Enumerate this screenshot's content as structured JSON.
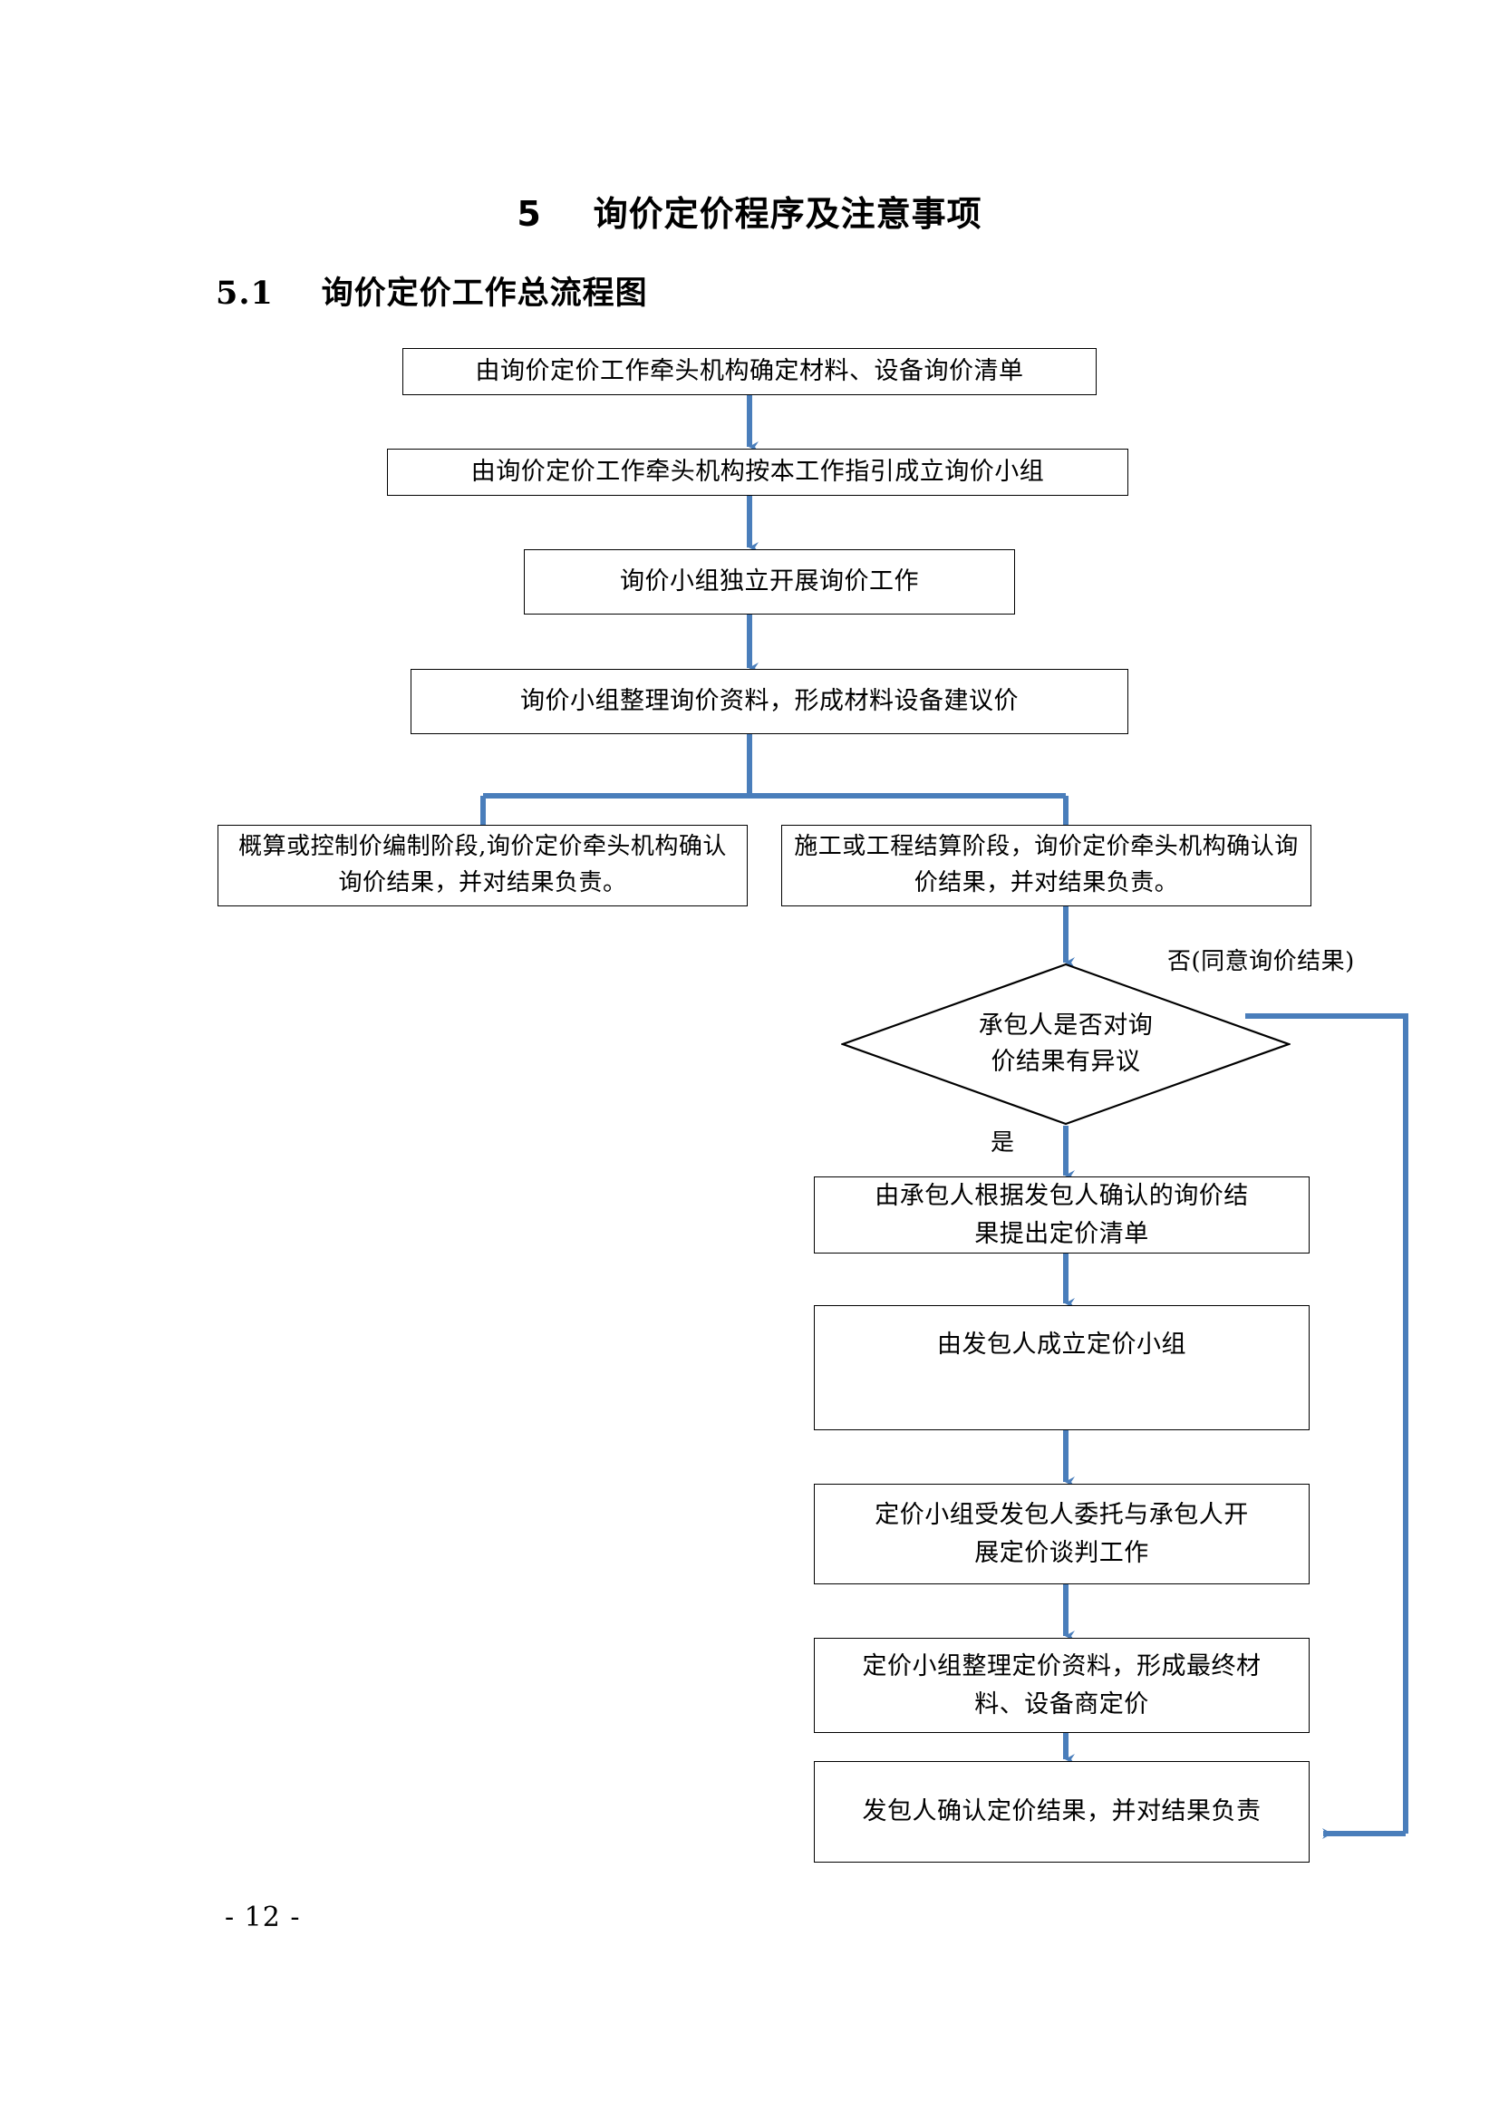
{
  "page": {
    "heading_number": "5",
    "heading_title": "5    询价定价程序及注意事项",
    "section_title": "5.1    询价定价工作总流程图",
    "footer": "- 12 -"
  },
  "colors": {
    "connector": "#4a7ebb",
    "node_border": "#000000",
    "text": "#000000",
    "background": "#ffffff"
  },
  "flowchart": {
    "type": "flowchart",
    "nodes": [
      {
        "id": "n1",
        "shape": "rect",
        "text": "由询价定价工作牵头机构确定材料、设备询价清单"
      },
      {
        "id": "n2",
        "shape": "rect",
        "text": "由询价定价工作牵头机构按本工作指引成立询价小组"
      },
      {
        "id": "n3",
        "shape": "rect",
        "text": "询价小组独立开展询价工作"
      },
      {
        "id": "n4",
        "shape": "rect",
        "text": "询价小组整理询价资料，形成材料设备建议价"
      },
      {
        "id": "n5",
        "shape": "rect",
        "text": "概算或控制价编制阶段,询价定价牵头机构确认询价结果，并对结果负责。"
      },
      {
        "id": "n6",
        "shape": "rect",
        "text": "施工或工程结算阶段，询价定价牵头机构确认询价结果，并对结果负责。"
      },
      {
        "id": "d1",
        "shape": "diamond",
        "text": "承包人是否对询价结果有异议"
      },
      {
        "id": "n7",
        "shape": "rect",
        "text": "由承包人根据发包人确认的询价结果提出定价清单"
      },
      {
        "id": "n8",
        "shape": "rect",
        "text": "由发包人成立定价小组"
      },
      {
        "id": "n9",
        "shape": "rect",
        "text": "定价小组受发包人委托与承包人开展定价谈判工作"
      },
      {
        "id": "n10",
        "shape": "rect",
        "text": "定价小组整理定价资料，形成最终材料、设备商定价"
      },
      {
        "id": "n11",
        "shape": "rect",
        "text": "发包人确认定价结果，并对结果负责"
      }
    ],
    "edge_labels": {
      "no_branch": "否(同意询价结果)",
      "yes_branch": "是"
    }
  }
}
